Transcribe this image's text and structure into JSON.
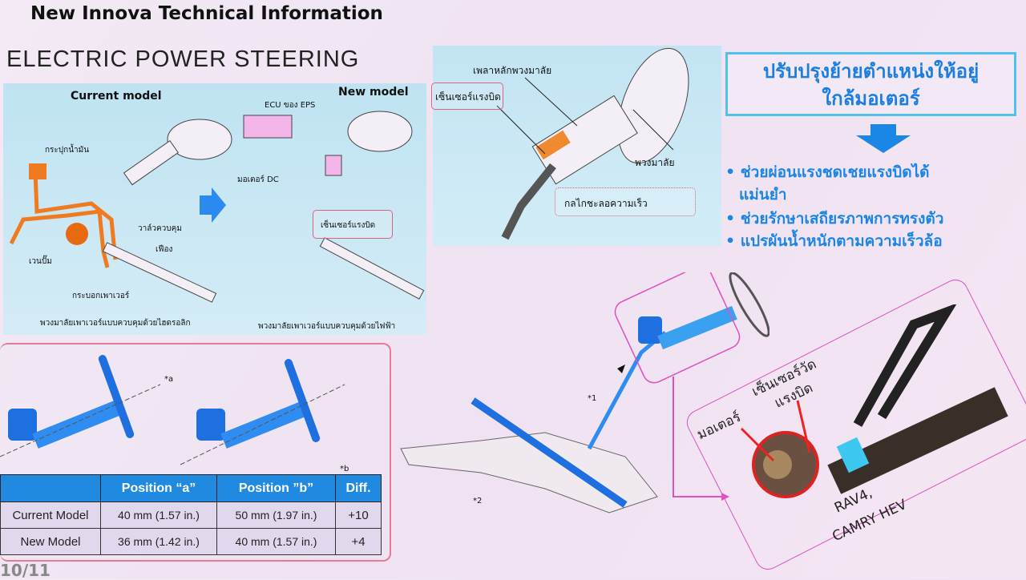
{
  "header": {
    "title": "New Innova Technical Information",
    "subtitle": "ELECTRIC POWER STEERING"
  },
  "left_panel": {
    "current_heading": "Current model",
    "new_heading": "New model",
    "current_labels": {
      "oil_tank": "กระปุกน้ำมัน",
      "pump": "เวนปั๊ม",
      "control_valve": "วาล์วควบคุม",
      "gear": "เฟือง",
      "power_cylinder": "กระบอกเพาเวอร์",
      "caption": "พวงมาลัยเพาเวอร์แบบควบคุมด้วยไฮดรอลิก"
    },
    "new_labels": {
      "ecu": "ECU ของ EPS",
      "dc_motor": "มอเตอร์ DC",
      "torque_sensor": "เซ็นเซอร์แรงบิด",
      "caption": "พวงมาลัยเพาเวอร์แบบควบคุมด้วยไฟฟ้า"
    }
  },
  "mid_panel": {
    "main_shaft": "เพลาหลักพวงมาลัย",
    "torque_sensor": "เซ็นเซอร์แรงบิด",
    "steering_wheel": "พวงมาลัย",
    "reduction_gear": "กลไกชะลอความเร็ว"
  },
  "callout": {
    "line1": "ปรับปรุงย้ายตำแหน่งให้อยู่",
    "line2": "ใกล้มอเตอร์"
  },
  "bullets": [
    "ช่วยผ่อนแรงชดเชยแรงบิดได้",
    "แม่นยำ",
    "ช่วยรักษาเสถียรภาพการทรงตัว",
    "แปรผันน้ำหนักตามความเร็วล้อ"
  ],
  "diagram_marks": {
    "a": "*a",
    "b": "*b",
    "one": "*1",
    "two": "*2"
  },
  "table": {
    "headers": [
      "",
      "Position “a”",
      "Position ”b”",
      "Diff."
    ],
    "rows": [
      [
        "Current Model",
        "40 mm (1.57 in.)",
        "50 mm (1.97 in.)",
        "+10"
      ],
      [
        "New Model",
        "36 mm (1.42 in.)",
        "40 mm (1.57 in.)",
        "+4"
      ]
    ]
  },
  "photo": {
    "motor": "มอเตอร์",
    "sensor_line1": "เซ็นเซอร์วัด",
    "sensor_line2": "แรงบิด",
    "model_line1": "RAV4,",
    "model_line2": "CAMRY HEV"
  },
  "footer": {
    "page": "10/11"
  },
  "colors": {
    "accent_blue": "#1f8ae0",
    "callout_border": "#4ec3ee",
    "pink": "#e050c0",
    "orange": "#f07a20"
  }
}
